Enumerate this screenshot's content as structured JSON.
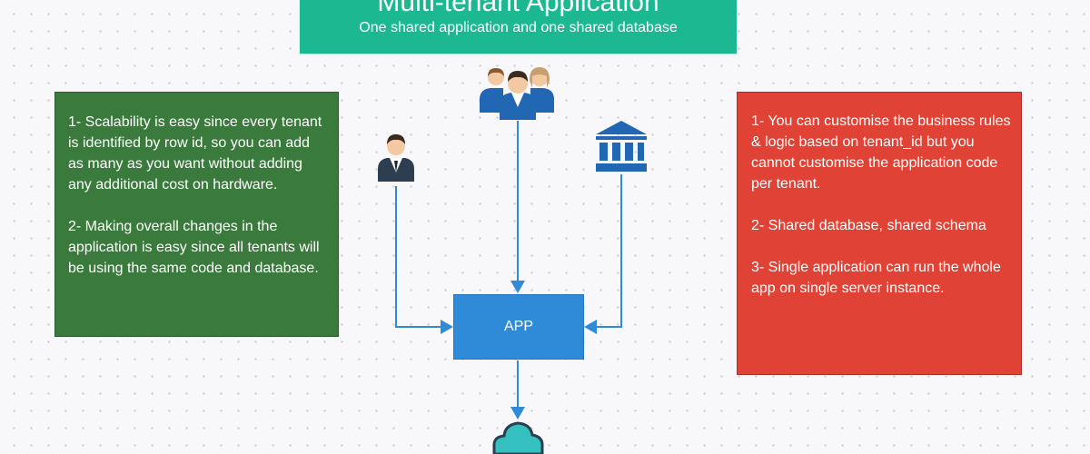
{
  "diagram": {
    "title": "Multi-tenant Application",
    "subtitle": "One shared application and one shared database",
    "app_label": "APP",
    "pros": {
      "point1": "1- Scalability is easy since every tenant is identified by row id, so you can add as many as you want without adding any additional cost on hardware.",
      "point2": "2- Making overall changes in the application is easy since all tenants will be using the same code and database."
    },
    "cons": {
      "point1": "1- You  can customise the business rules & logic based on tenant_id but you cannot customise the application code per tenant.",
      "point2": "2- Shared database, shared schema",
      "point3": "3- Single application can run the whole app on single server instance."
    }
  },
  "colors": {
    "banner": "#1cb891",
    "pros_box": "#3a7a3c",
    "cons_box": "#e04336",
    "app_box": "#2f8ad8",
    "connector": "#2f8ad8",
    "icon_dark": "#2c3e50",
    "icon_blue": "#2167b3",
    "cloud": "#35c0c0"
  },
  "icons": {
    "user": "single-user-icon",
    "group": "user-group-icon",
    "institution": "bank-building-icon",
    "database": "cloud-database-icon"
  }
}
